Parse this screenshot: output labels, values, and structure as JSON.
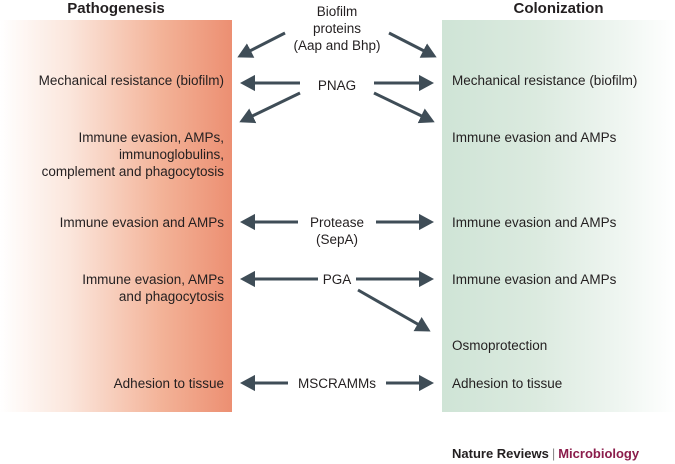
{
  "headings": {
    "left": "Pathogenesis",
    "right": "Colonization"
  },
  "colors": {
    "pathogenesis_panel": "#ec8f72",
    "colonization_panel": "#cfe4d6",
    "arrow": "#3f4d57",
    "accent": "#8b1c4b"
  },
  "factors": {
    "biofilm_proteins": [
      "Biofilm",
      "proteins",
      "(Aap and Bhp)"
    ],
    "pnag": "PNAG",
    "protease": [
      "Protease",
      "(SepA)"
    ],
    "pga": "PGA",
    "mscramms": "MSCRAMMs"
  },
  "pathogenesis": {
    "mechanical": "Mechanical resistance (biofilm)",
    "immune_full": [
      "Immune evasion, AMPs,",
      "immunoglobulins,",
      "complement and phagocytosis"
    ],
    "immune_amps": "Immune evasion and AMPs",
    "immune_phago": [
      "Immune evasion, AMPs",
      "and phagocytosis"
    ],
    "adhesion": "Adhesion to tissue"
  },
  "colonization": {
    "mechanical": "Mechanical resistance (biofilm)",
    "immune_1": "Immune evasion and AMPs",
    "immune_2": "Immune evasion and AMPs",
    "immune_3": "Immune evasion and AMPs",
    "osmo": "Osmoprotection",
    "adhesion": "Adhesion to tissue"
  },
  "footer": {
    "journal": "Nature Reviews",
    "separator": "|",
    "section": "Microbiology"
  }
}
